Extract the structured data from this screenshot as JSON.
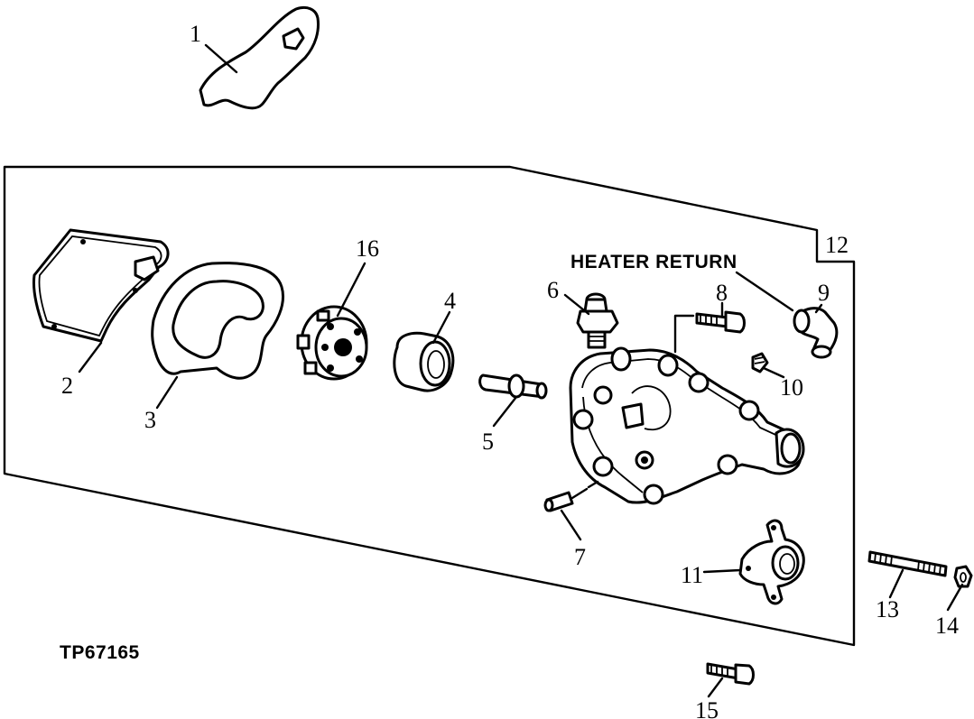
{
  "figure_id": "TP67165",
  "caption": "HEATER RETURN",
  "callouts": {
    "c1": "1",
    "c2": "2",
    "c3": "3",
    "c4": "4",
    "c5": "5",
    "c6": "6",
    "c7": "7",
    "c8": "8",
    "c9": "9",
    "c10": "10",
    "c11": "11",
    "c12": "12",
    "c13": "13",
    "c14": "14",
    "c15": "15",
    "c16": "16"
  },
  "colors": {
    "ink": "#000000",
    "paper": "#ffffff"
  }
}
